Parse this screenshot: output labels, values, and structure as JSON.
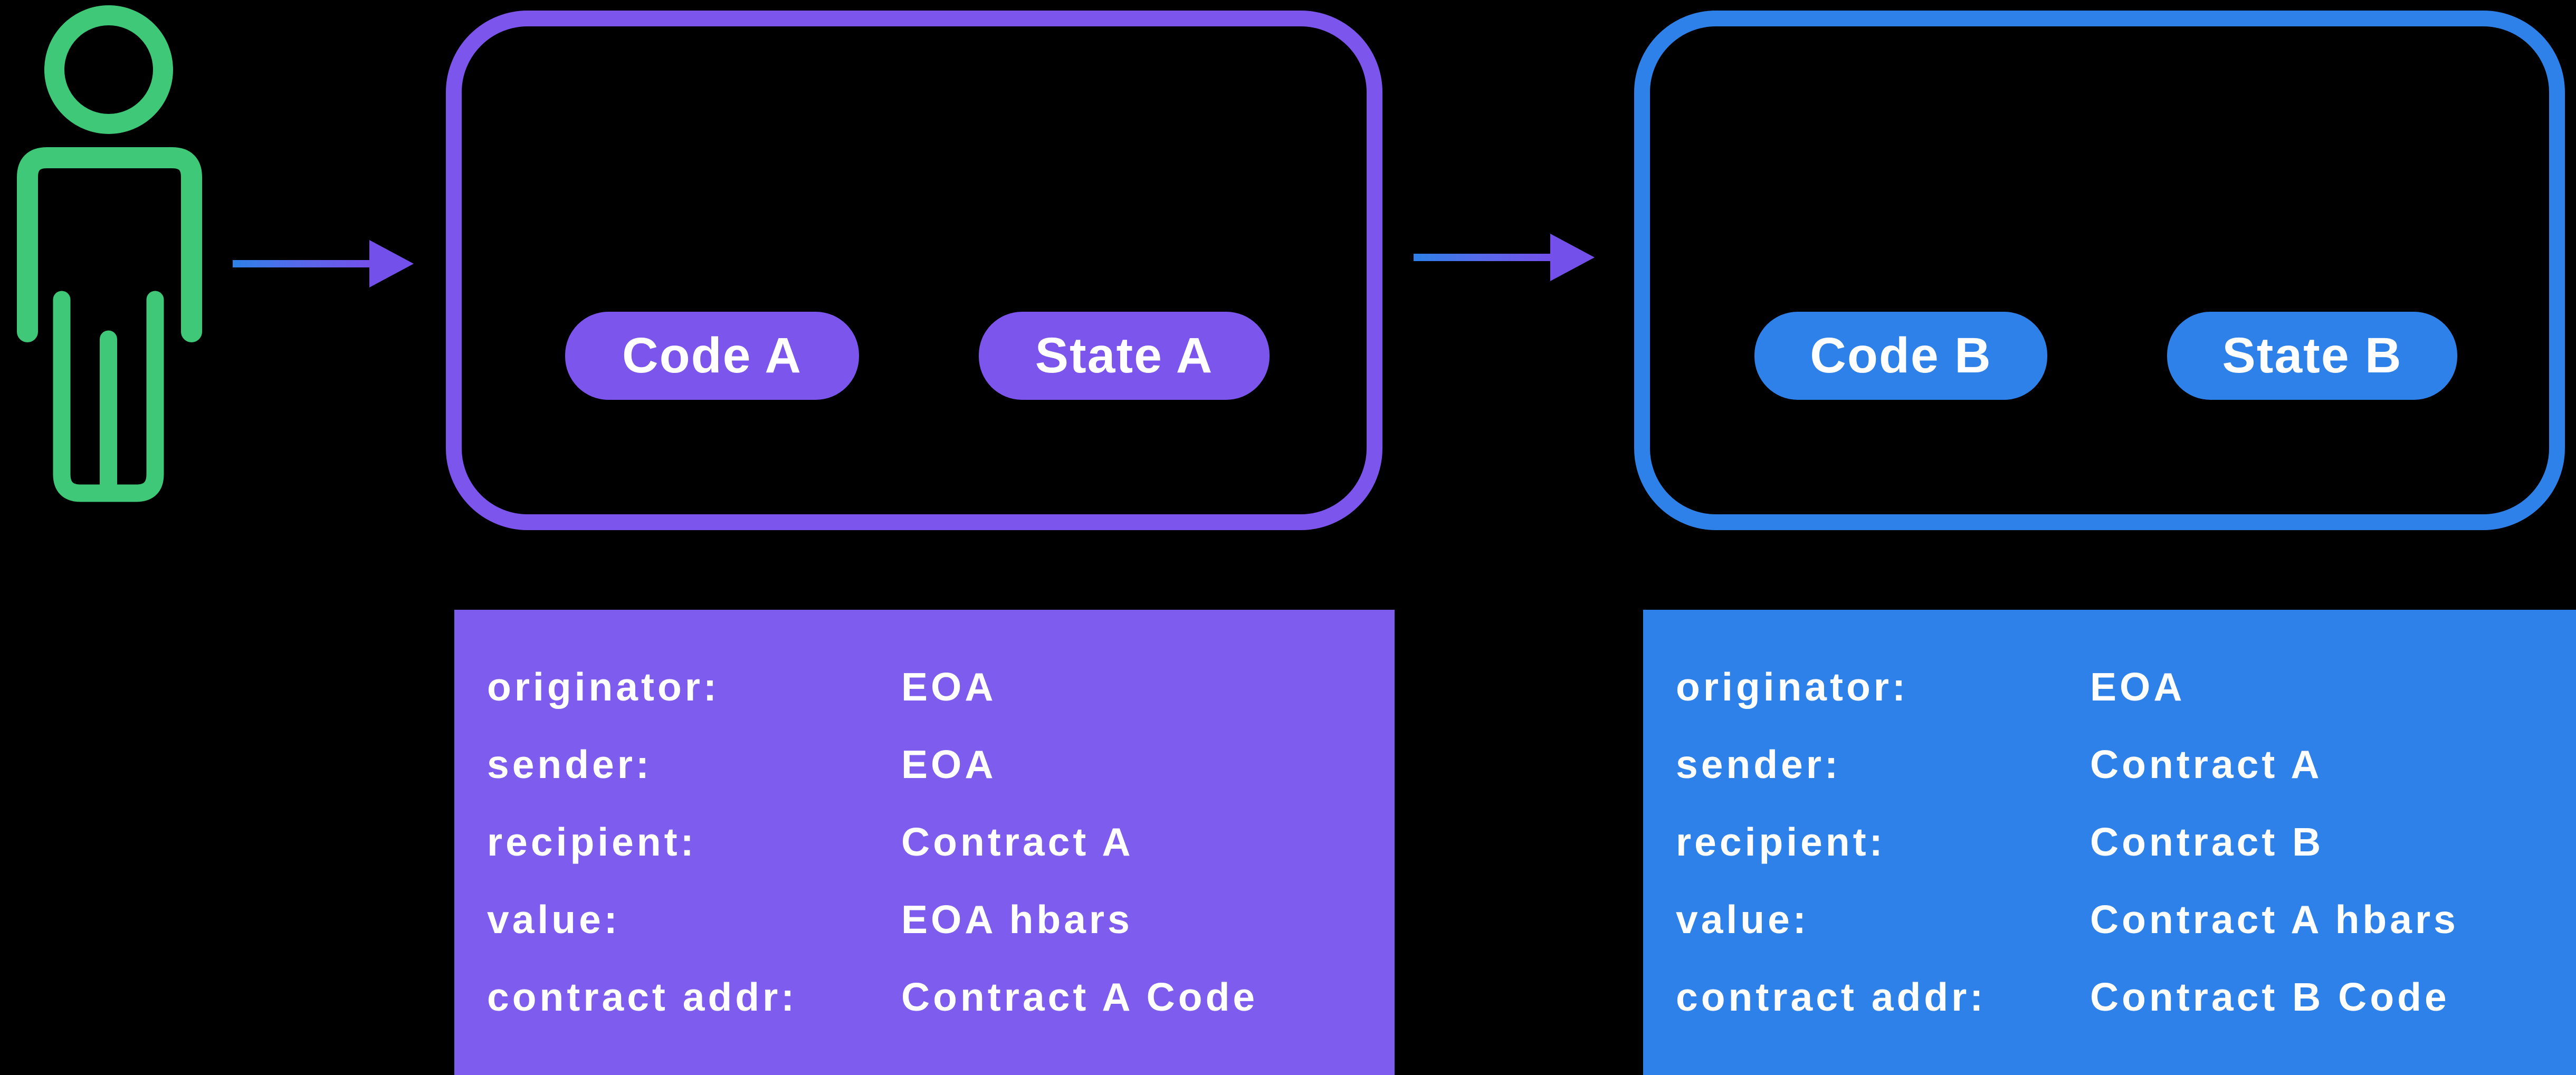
{
  "colors": {
    "background": "#000000",
    "actor_green": "#3EC878",
    "contract_a_purple": "#7B55EC",
    "contract_a_panel_purple": "#7D5CEE",
    "contract_b_blue": "#2E81E9",
    "arrow_gradient_start": "#2E81E9",
    "arrow_gradient_end": "#7450EB",
    "text_white": "#FFFFFF"
  },
  "actor": {
    "icon": "person-icon"
  },
  "flow": {
    "arrow_1": {
      "icon": "arrow-right-icon",
      "from": "actor",
      "to": "contract-a"
    },
    "arrow_2": {
      "icon": "arrow-right-icon",
      "from": "contract-a",
      "to": "contract-b"
    }
  },
  "contract_a": {
    "pills": [
      {
        "label": "Code A"
      },
      {
        "label": "State A"
      }
    ],
    "details": [
      {
        "label": "originator:",
        "value": "EOA"
      },
      {
        "label": "sender:",
        "value": "EOA"
      },
      {
        "label": "recipient:",
        "value": "Contract A"
      },
      {
        "label": "value:",
        "value": "EOA hbars"
      },
      {
        "label": "contract addr:",
        "value": "Contract A Code"
      }
    ]
  },
  "contract_b": {
    "pills": [
      {
        "label": "Code B"
      },
      {
        "label": "State B"
      }
    ],
    "details": [
      {
        "label": "originator:",
        "value": "EOA"
      },
      {
        "label": "sender:",
        "value": "Contract A"
      },
      {
        "label": "recipient:",
        "value": "Contract B"
      },
      {
        "label": "value:",
        "value": "Contract A hbars"
      },
      {
        "label": "contract addr:",
        "value": "Contract B Code"
      }
    ]
  }
}
